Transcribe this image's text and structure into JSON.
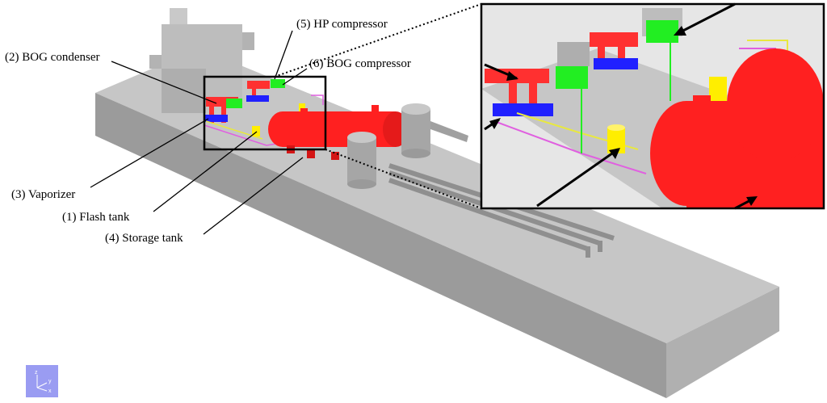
{
  "labels": {
    "hp_compressor": "(5) HP compressor",
    "bog_condenser": "(2) BOG condenser",
    "bog_compressor": "(6) BOG compressor",
    "vaporizer": "(3) Vaporizer",
    "flash_tank": "(1) Flash tank",
    "storage_tank": "(4) Storage tank"
  },
  "axis_triad": {
    "z": "z",
    "y": "y",
    "x": "x"
  },
  "colors": {
    "platform_top": "#c6c6c6",
    "platform_side": "#9b9b9b",
    "platform_end": "#b0b0b0",
    "equipment_gray": "#bdbdbd",
    "storage_tank_red": "#ff2020",
    "bog_condenser_red": "#ff3030",
    "vaporizer_blue": "#2020ff",
    "compressor_green": "#22ee22",
    "flash_tank_yellow": "#ffee00",
    "piping_magenta": "#e060e0",
    "piping_yellow": "#e8e840",
    "triad_bg": "#9a9cf2",
    "leader_line": "#000000"
  }
}
